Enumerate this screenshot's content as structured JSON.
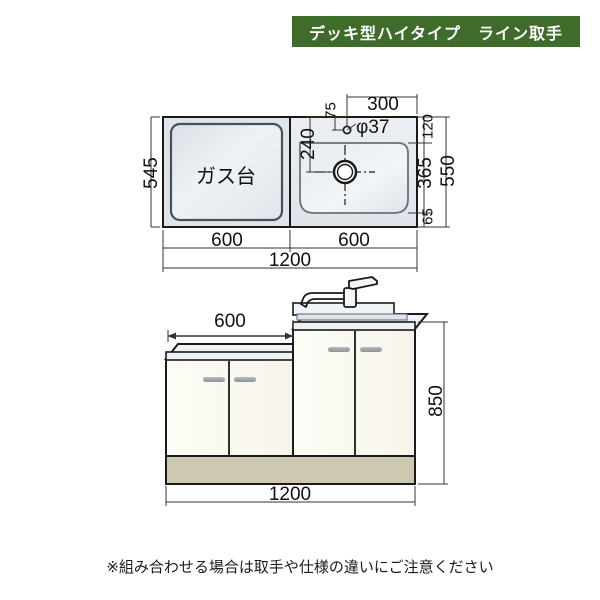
{
  "header": {
    "title": "デッキ型ハイタイプ　ライン取手",
    "bg_color": "#3f6b2b",
    "text_color": "#ffffff"
  },
  "plan_view": {
    "name": "top-plan-view",
    "gas_stove_label": "ガス台",
    "dimensions": {
      "left_depth": "545",
      "gas_unit_width": "600",
      "sink_unit_width": "600",
      "total_width": "1200",
      "faucet_offset_from_right": "300",
      "faucet_offset_from_back": "75",
      "drain_offset_from_back": "240",
      "drain_hole_diameter": "φ37",
      "right_back_edge": "120",
      "right_bowl_depth": "365",
      "right_front_edge": "65",
      "right_total_depth": "550"
    }
  },
  "elevation_view": {
    "name": "front-elevation-view",
    "dimensions": {
      "gas_unit_width": "600",
      "total_height": "850",
      "total_width": "1200"
    },
    "parts": {
      "faucet": "single-lever-mixer-faucet",
      "doors": 4,
      "handle_type": "line-handle",
      "kick_plate_color": "#cdc8b0",
      "door_color": "#fbfaf3",
      "countertop_color": "#e8edf1"
    }
  },
  "footnote": {
    "text": "※組み合わせる場合は取手や仕様の違いにご注意ください"
  },
  "colors": {
    "line": "#1a1a1a",
    "dim_line": "#333333",
    "stove_fill": "#e3e8ec",
    "sink_fill": "#e9edf0",
    "background": "#ffffff"
  }
}
